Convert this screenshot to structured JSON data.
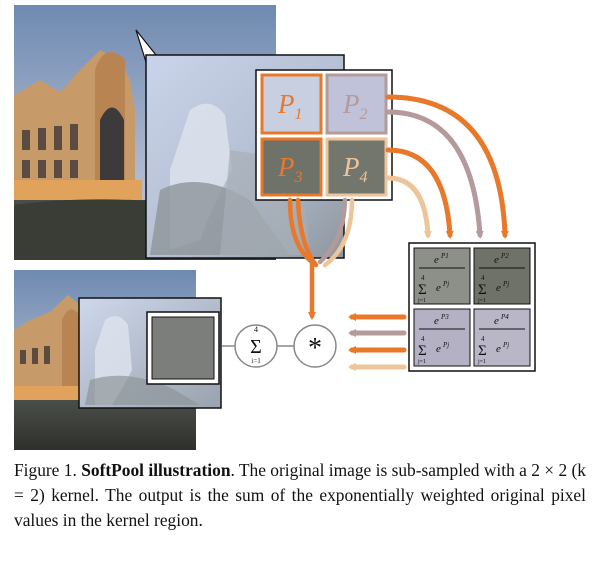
{
  "figure": {
    "pixel_labels": {
      "p1": {
        "base": "P",
        "sub": "1"
      },
      "p2": {
        "base": "P",
        "sub": "2"
      },
      "p3": {
        "base": "P",
        "sub": "3"
      },
      "p4": {
        "base": "P",
        "sub": "4"
      }
    },
    "weight_labels": {
      "num_base": "e",
      "den_base": "e",
      "sum_top": "4",
      "sum_bottom": "j=1",
      "sum_symbol": "Σ",
      "exps": [
        "P1",
        "P2",
        "P3",
        "P4"
      ]
    },
    "sum_op": {
      "symbol": "Σ",
      "top": "4",
      "bottom": "i=1"
    },
    "mult_op": {
      "symbol": "*"
    },
    "colors": {
      "p1_orange": "#e8782a",
      "p2_mauve": "#b49a9a",
      "p3_orange": "#e8782a",
      "p4_peach": "#eec49a",
      "weight_box_dark": "#6e7268",
      "weight_box_light": "#b6b2c2",
      "output_gray": "#7c7e7c"
    }
  },
  "caption": {
    "lead": "Figure 1.",
    "title": "SoftPool illustration",
    "body": "The original image is sub-sampled with a 2 × 2 (k = 2) kernel. The output is the sum of the exponentially weighted original pixel values in the kernel region."
  }
}
